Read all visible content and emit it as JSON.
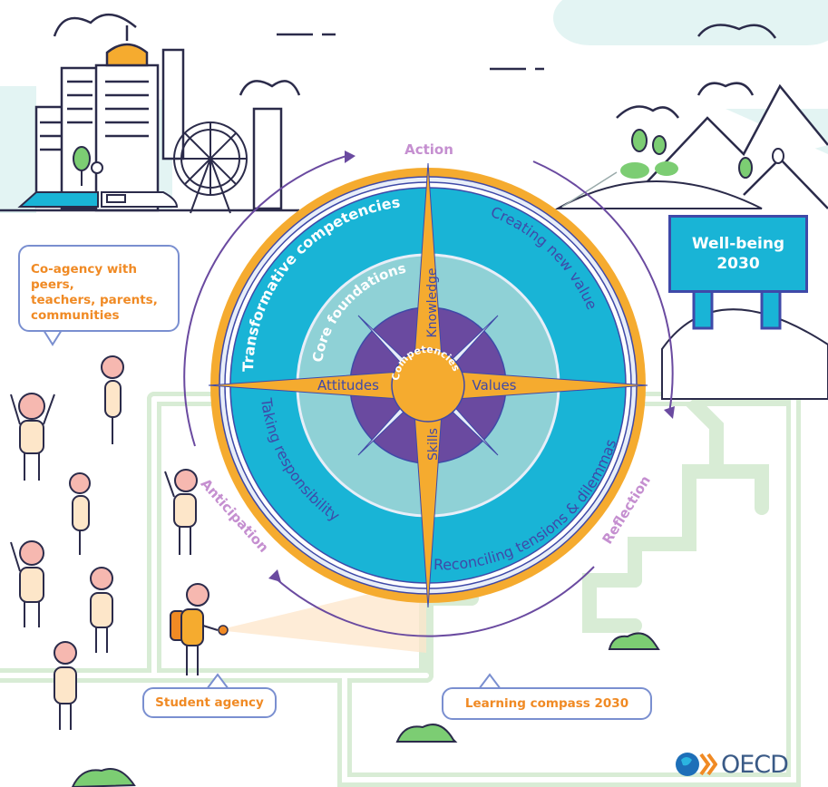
{
  "cycle": {
    "action": "Action",
    "reflection": "Reflection",
    "anticipation": "Anticipation"
  },
  "rings": {
    "transformative": "Transformative competencies",
    "creating_value": "Creating new value",
    "reconciling": "Reconciling tensions & dilemmas",
    "taking_responsibility": "Taking responsibility",
    "core_foundations": "Core foundations"
  },
  "compass_points": {
    "north": "Knowledge",
    "west": "Attitudes",
    "east": "Values",
    "south": "Skills",
    "center": "Competencies"
  },
  "callouts": {
    "coagency_lines": [
      "Co-agency with peers,",
      "teachers, parents,",
      "communities"
    ],
    "student_agency": "Student agency",
    "learning_compass": "Learning compass 2030"
  },
  "sign": {
    "line1": "Well-being",
    "line2": "2030"
  },
  "logo": {
    "text": "OECD"
  },
  "colors": {
    "orange": "#f5ab2f",
    "teal": "#19b4d6",
    "light_teal": "#8fd1d6",
    "purple": "#6a4aa0",
    "navy": "#3f49a8",
    "cycle_label": "#c58fd0",
    "callout_text": "#f08a24",
    "path_green": "#d8ecd5"
  }
}
